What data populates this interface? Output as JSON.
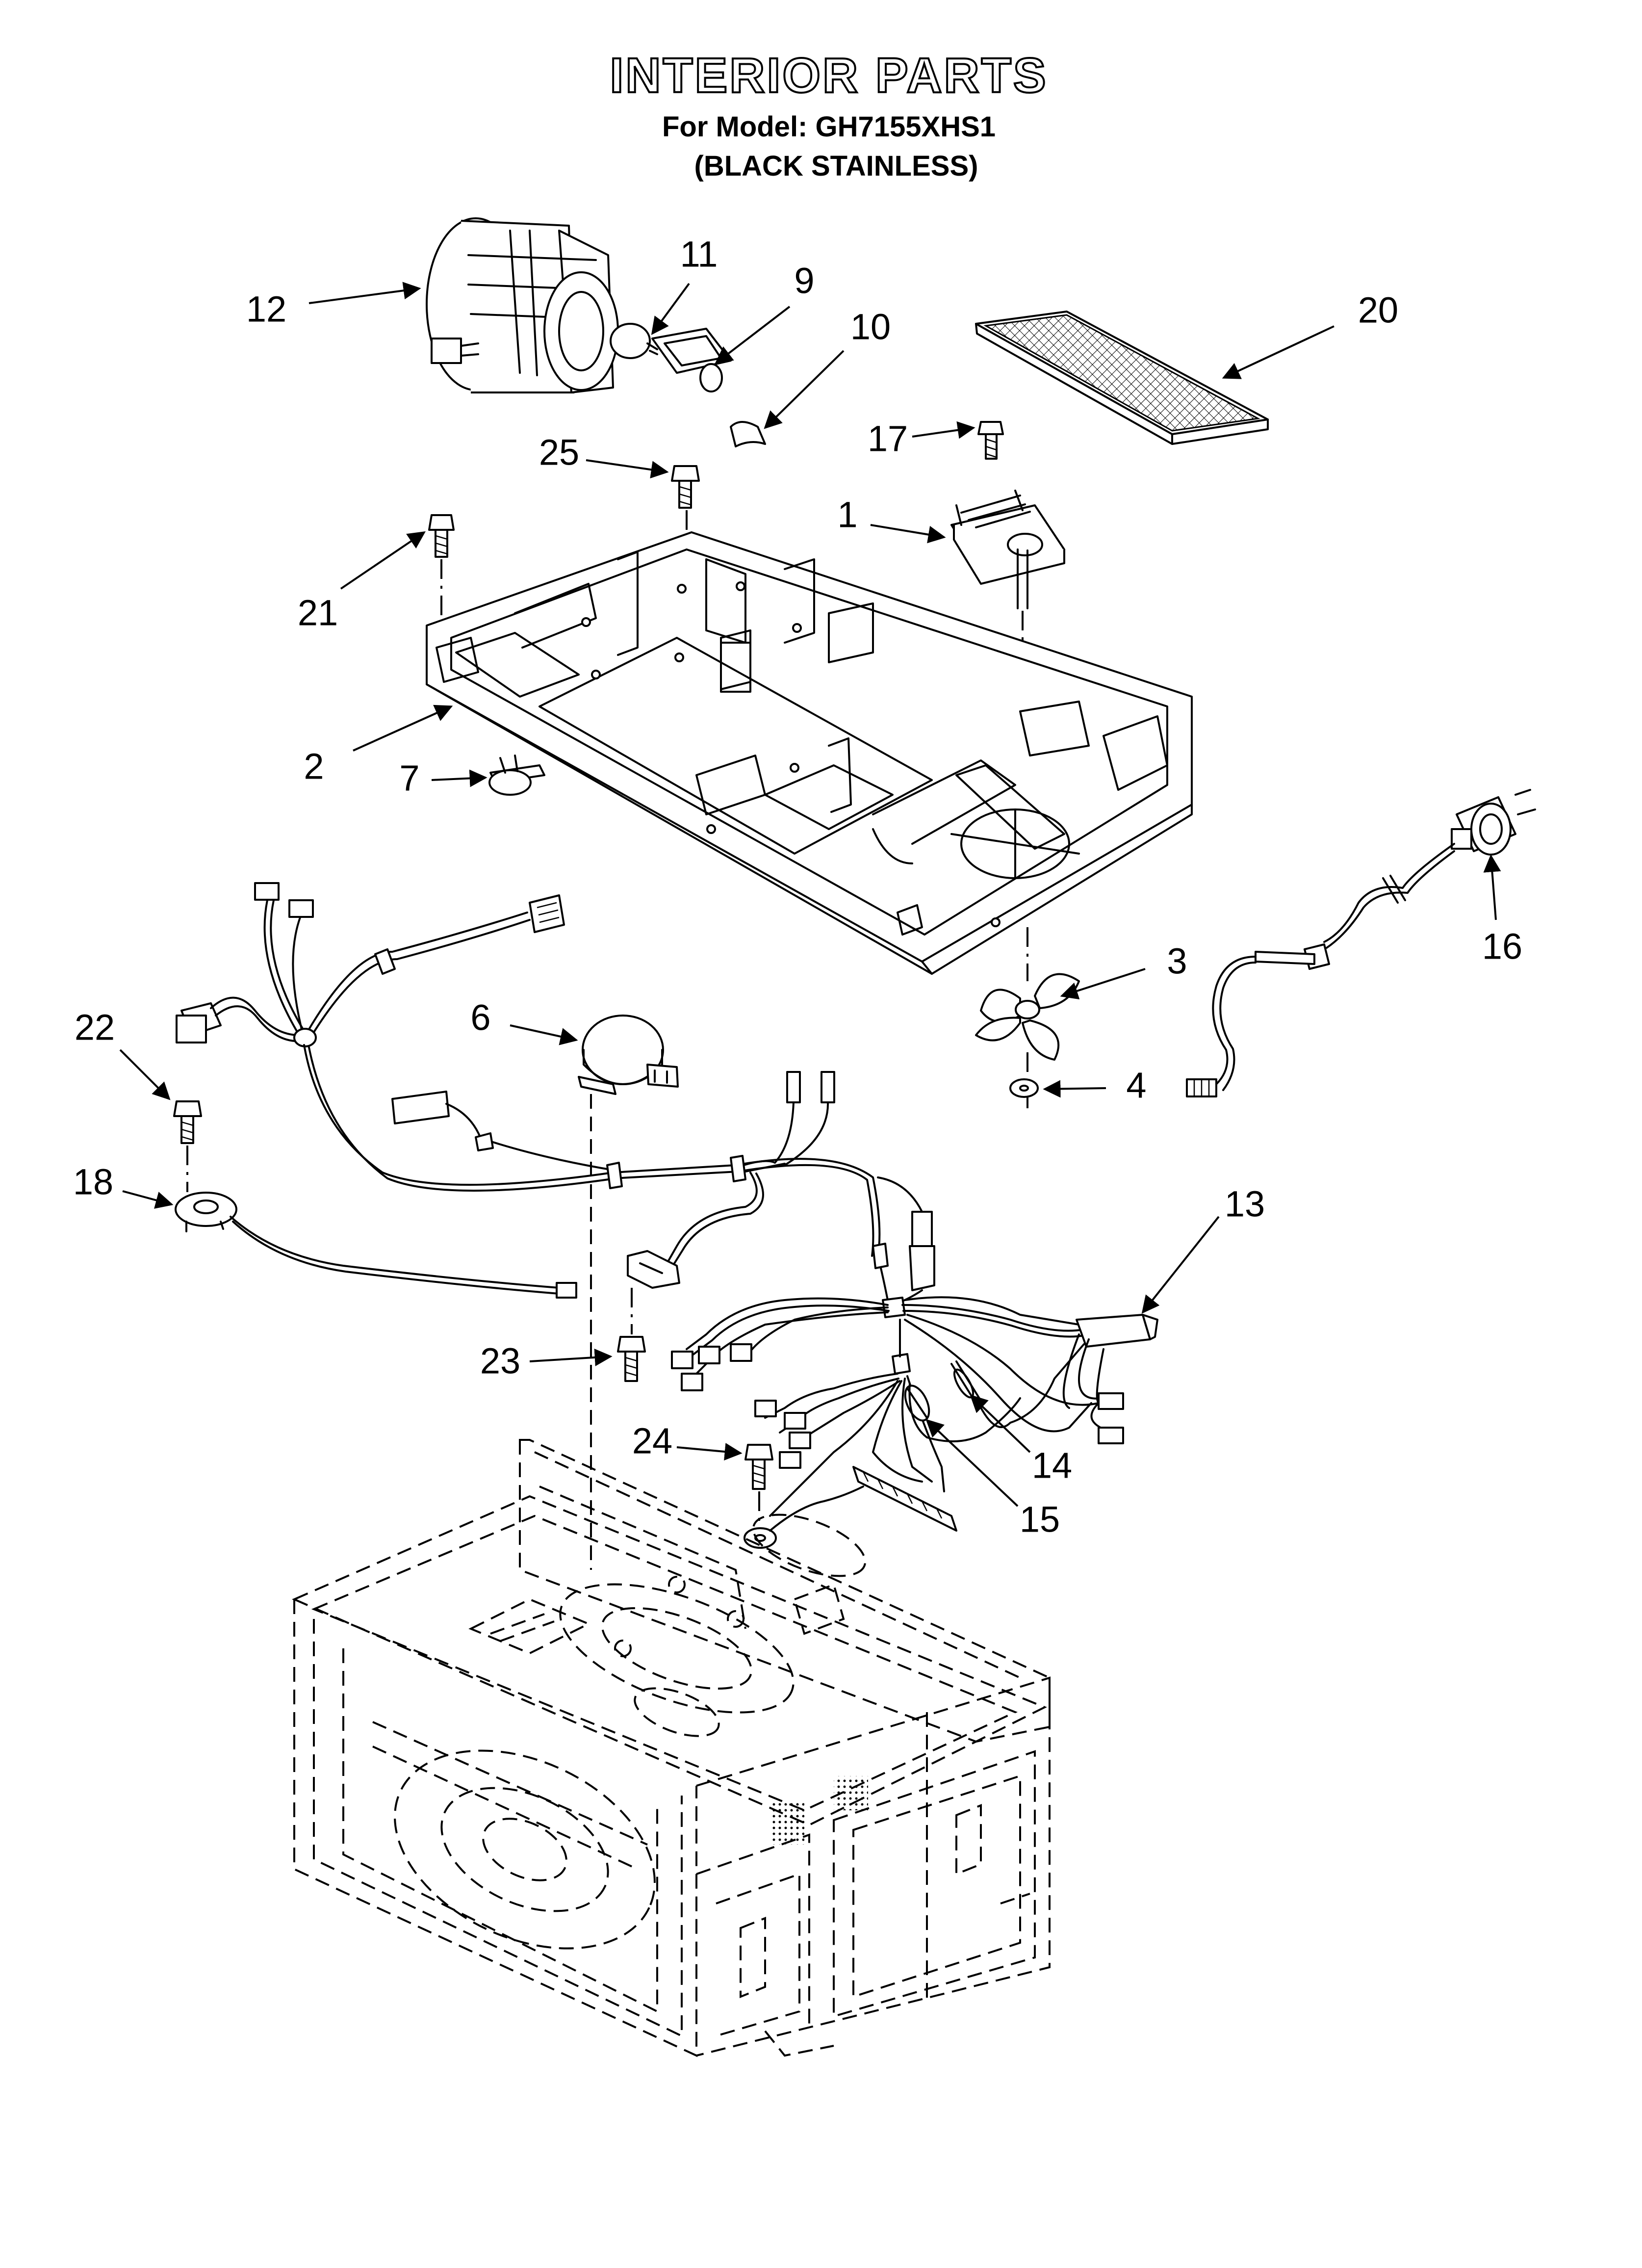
{
  "title": {
    "main": "INTERIOR PARTS",
    "model_line": "For Model: GH7155XHS1",
    "finish_line": "(BLACK STAINLESS)"
  },
  "callouts": {
    "n1": "1",
    "n2": "2",
    "n3": "3",
    "n4": "4",
    "n6": "6",
    "n7": "7",
    "n9": "9",
    "n10": "10",
    "n11": "11",
    "n12": "12",
    "n13": "13",
    "n14": "14",
    "n15": "15",
    "n16": "16",
    "n17": "17",
    "n18": "18",
    "n20": "20",
    "n21": "21",
    "n22": "22",
    "n23": "23",
    "n24": "24",
    "n25": "25"
  }
}
